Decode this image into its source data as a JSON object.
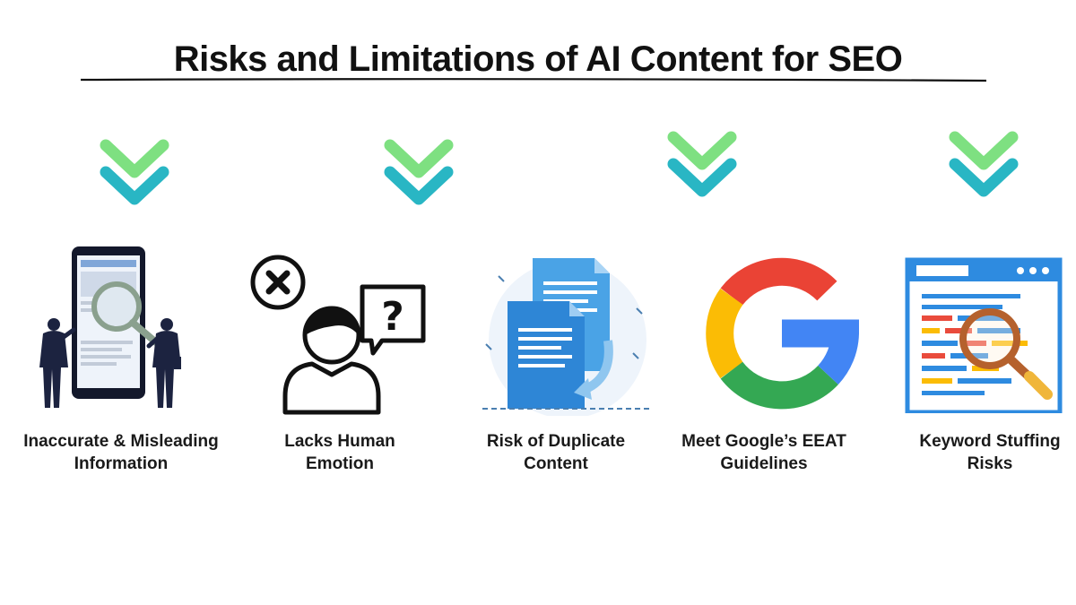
{
  "title": "Risks and Limitations of AI Content for SEO",
  "colors": {
    "chevron_top": "#7ee081",
    "chevron_bottom": "#29b6c4",
    "google_red": "#ea4335",
    "google_yellow": "#fbbc05",
    "google_green": "#34a853",
    "google_blue": "#4285f4"
  },
  "items": [
    {
      "id": "inaccurate",
      "icon": "phone-magnifier-people-icon",
      "lines": [
        "Inaccurate & Misleading",
        "Information"
      ]
    },
    {
      "id": "emotion",
      "icon": "person-question-icon",
      "lines": [
        "Lacks Human",
        "Emotion"
      ]
    },
    {
      "id": "duplicate",
      "icon": "duplicate-documents-icon",
      "lines": [
        "Risk of Duplicate",
        "Content"
      ]
    },
    {
      "id": "eeat",
      "icon": "google-logo-icon",
      "lines": [
        "Meet Google’s EEAT",
        "Guidelines"
      ]
    },
    {
      "id": "keyword",
      "icon": "browser-magnifier-icon",
      "lines": [
        "Keyword Stuffing",
        "Risks"
      ]
    }
  ]
}
